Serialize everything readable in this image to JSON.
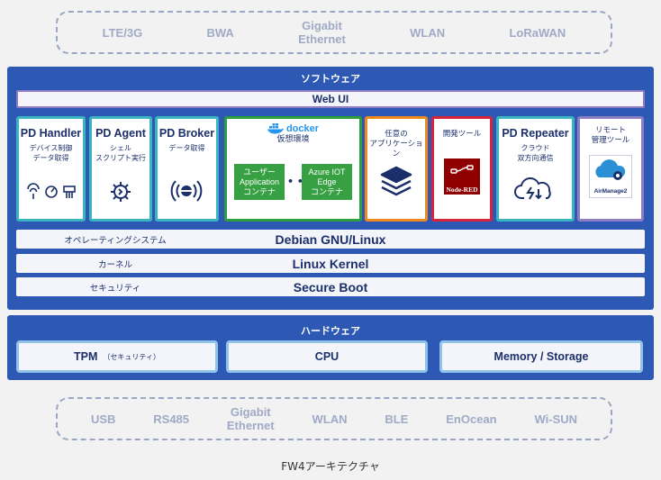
{
  "connectivity_top": [
    "LTE/3G",
    "BWA",
    "Gigabit\nEthernet",
    "WLAN",
    "LoRaWAN"
  ],
  "software": {
    "title": "ソフトウェア",
    "web_ui": "Web UI",
    "modules": {
      "pd_handler": {
        "title": "PD Handler",
        "sub1": "デバイス制御",
        "sub2": "データ取得"
      },
      "pd_agent": {
        "title": "PD Agent",
        "sub1": "シェル",
        "sub2": "スクリプト実行"
      },
      "pd_broker": {
        "title": "PD Broker",
        "sub1": "データ取得"
      },
      "docker": {
        "logo": "docker",
        "sub": "仮想環境",
        "user_app": "ユーザー\nApplication\nコンテナ",
        "dots": "• •",
        "azure": "Azure IOT\nEdge\nコンテナ"
      },
      "apps": {
        "line1": "任意の",
        "line2": "アプリケーション"
      },
      "devtool": {
        "title": "開発ツール",
        "logo": "Node-RED"
      },
      "pd_repeater": {
        "title": "PD Repeater",
        "sub1": "クラウド",
        "sub2": "双方向通信"
      },
      "remote": {
        "line1": "リモート",
        "line2": "管理ツール",
        "logo": "AirManage2"
      }
    },
    "layers": [
      {
        "jp": "オペレーティングシステム",
        "en": "Debian GNU/Linux"
      },
      {
        "jp": "カーネル",
        "en": "Linux Kernel"
      },
      {
        "jp": "セキュリティ",
        "en": "Secure Boot"
      }
    ],
    "colors": {
      "panel": "#2d58b4",
      "teal": "#3ab5c0",
      "green": "#2e9f3e",
      "orange": "#f08a1c",
      "red": "#d7243b",
      "purple": "#8e7cc3"
    }
  },
  "hardware": {
    "title": "ハードウェア",
    "tpm": "TPM",
    "tpm_note": "（セキュリティ）",
    "cpu": "CPU",
    "memory": "Memory / Storage"
  },
  "connectivity_bottom": [
    "USB",
    "RS485",
    "Gigabit\nEthernet",
    "WLAN",
    "BLE",
    "EnOcean",
    "Wi-SUN"
  ],
  "caption": "FW4アーキテクチャ"
}
